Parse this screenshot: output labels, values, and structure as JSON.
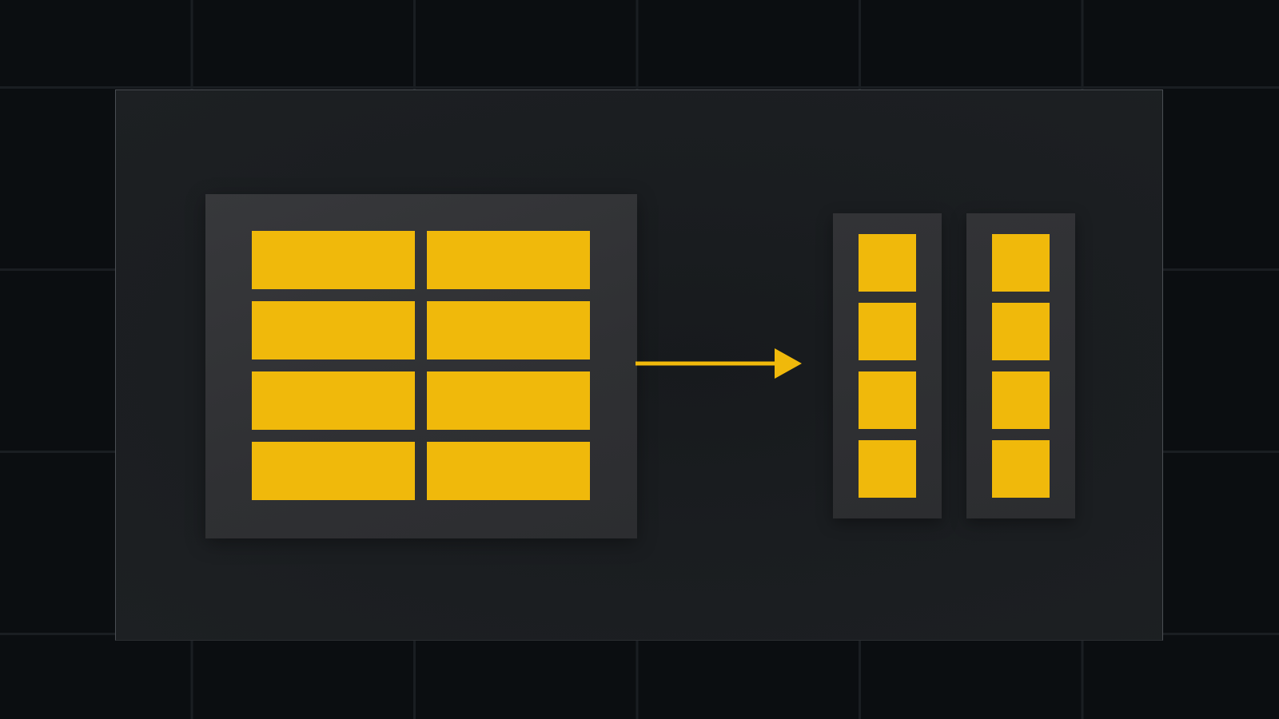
{
  "colors": {
    "background": "#0b0e11",
    "grid_line": "#1a1e22",
    "panel": "#1a1d20",
    "panel_border": "#4a4e53",
    "block": "#333437",
    "accent": "#f0b90b"
  },
  "diagram": {
    "source": {
      "rows": 4,
      "columns": 2
    },
    "arrow": {
      "direction": "right"
    },
    "targets": [
      {
        "cells": 4
      },
      {
        "cells": 4
      }
    ]
  }
}
